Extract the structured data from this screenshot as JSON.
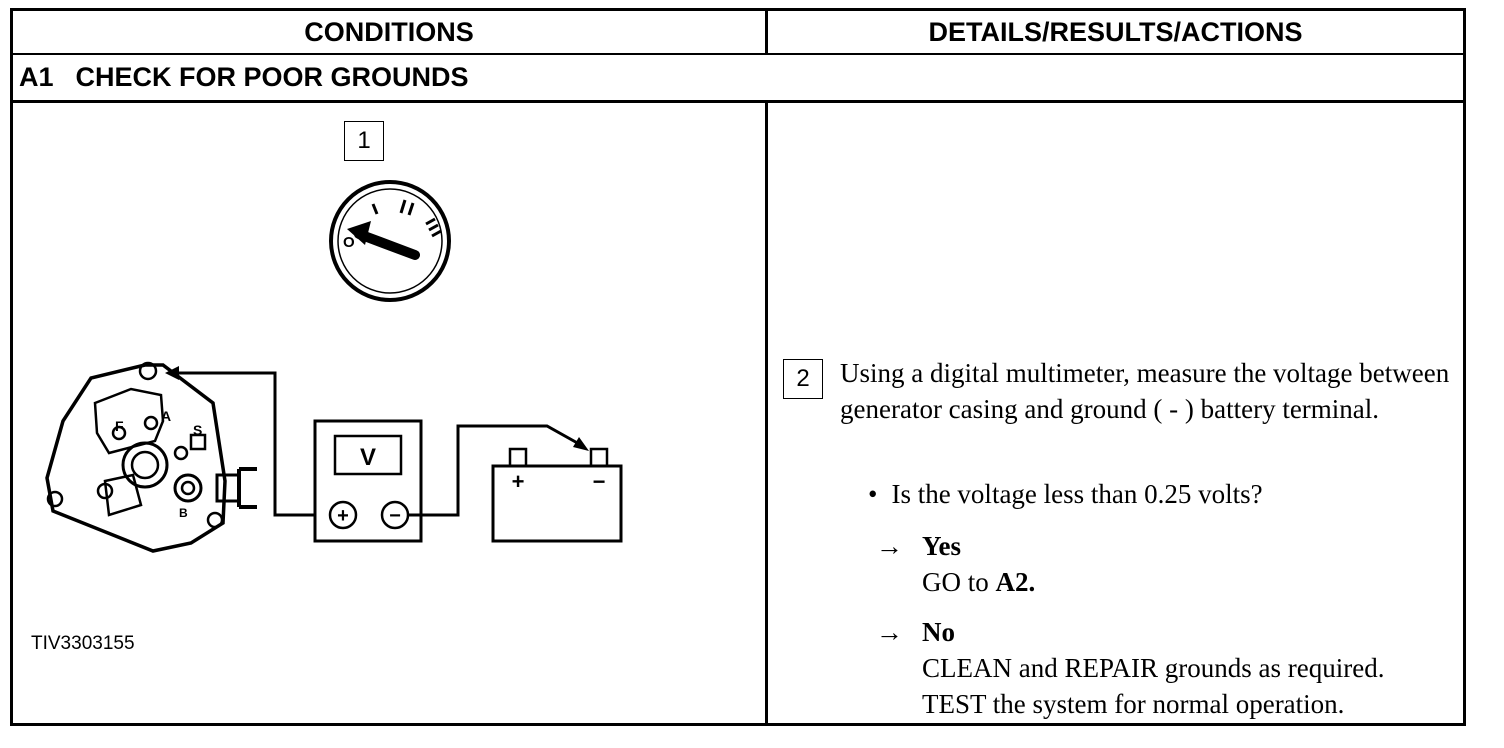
{
  "table": {
    "col_conditions": "CONDITIONS",
    "col_details": "DETAILS/RESULTS/ACTIONS"
  },
  "section": {
    "id": "A1",
    "title": "CHECK FOR POOR GROUNDS"
  },
  "figure": {
    "step1": "1",
    "figure_id": "TIV3303155",
    "ignition_positions": [
      "O",
      "I",
      "II",
      "III"
    ],
    "alternator_terminals": [
      "F",
      "A",
      "S",
      "B"
    ],
    "meter_label": "V",
    "meter_plus": "+",
    "meter_minus": "−",
    "battery_plus": "+",
    "battery_minus": "−"
  },
  "step2": {
    "number": "2",
    "instruction": "Using a digital multimeter, measure the voltage between generator casing and ground ( - ) battery terminal.",
    "question": "Is the voltage less than 0.25 volts?",
    "arrow": "→",
    "yes": {
      "label": "Yes",
      "action_prefix": "GO to ",
      "action_target": "A2."
    },
    "no": {
      "label": "No",
      "line1": "CLEAN and REPAIR grounds as required.",
      "line2": "TEST the system for normal operation."
    }
  }
}
